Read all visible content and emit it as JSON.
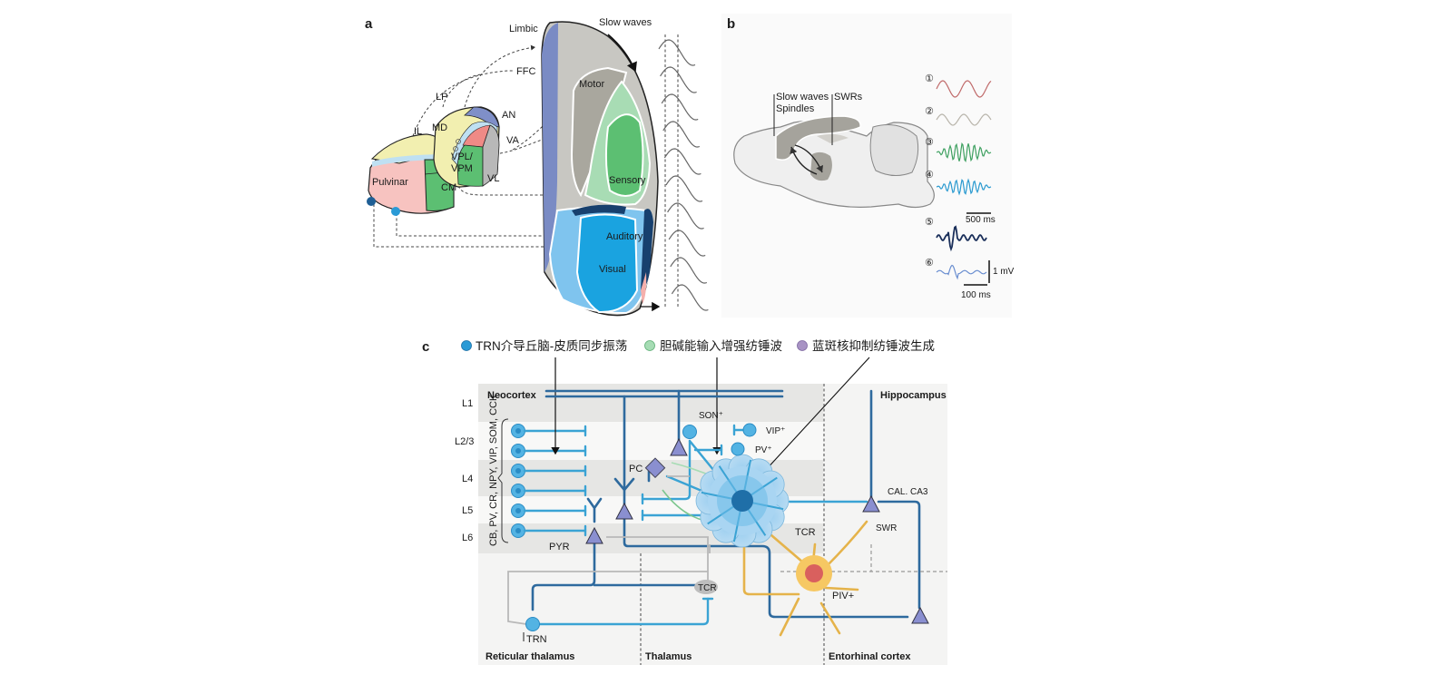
{
  "panels": {
    "a": {
      "letter": "a",
      "thalamus_labels": {
        "pulvinar": "Pulvinar",
        "lp": "LP",
        "il": "IL",
        "md": "MD",
        "an": "AN",
        "va": "VA",
        "vpl_vpm_line1": "VPL/",
        "vpl_vpm_line2": "VPM",
        "cm": "CM",
        "vl": "VL",
        "ffc": "FFC",
        "limbic": "Limbic"
      },
      "cortex_labels": {
        "motor": "Motor",
        "sensory": "Sensory",
        "auditory": "Auditory",
        "visual": "Visual"
      },
      "slow_waves_label": "Slow waves",
      "wave_trace_count": 10
    },
    "b": {
      "letter": "b",
      "brain_labels": {
        "slow_waves": "Slow waves",
        "spindles": "Spindles",
        "swrs": "SWRs"
      },
      "traces": [
        {
          "index": "①",
          "color": "#c06a6a"
        },
        {
          "index": "②",
          "color": "#b8b4aa"
        },
        {
          "index": "③",
          "color": "#3ea060"
        },
        {
          "index": "④",
          "color": "#2a9ad0"
        },
        {
          "index": "⑤",
          "color": "#1a2f5a"
        },
        {
          "index": "⑥",
          "color": "#6a8ed0"
        }
      ],
      "scale_bars": {
        "top_time": "500 ms",
        "bottom_time": "100 ms",
        "voltage": "1 mV"
      }
    },
    "c": {
      "letter": "c",
      "legend": [
        {
          "label": "TRN介导丘脑-皮质同步振荡",
          "color": "#2a9ad6"
        },
        {
          "label": "胆碱能输入增强纺锤波",
          "color": "#a6dcb4"
        },
        {
          "label": "蓝斑核抑制纺锤波生成",
          "color": "#a893c4"
        }
      ],
      "layers": [
        "L1",
        "L2/3",
        "L4",
        "L5",
        "L6"
      ],
      "interneuron_types": "CB, PV, CR, NPY, VIP, SOM, CCK",
      "regions": {
        "neocortex": "Neocortex",
        "hippocampus": "Hippocampus",
        "reticular_thalamus": "Reticular thalamus",
        "thalamus": "Thalamus",
        "entorhinal_cortex": "Entorhinal cortex"
      },
      "cells": {
        "son": "SON⁺",
        "vip": "VIP⁺",
        "pv": "PV⁺",
        "pc": "PC",
        "pyr": "PYR",
        "tcr_main": "TCR",
        "tcr_small": "TCR",
        "trn": "TRN",
        "ca": "CAL. CA3",
        "swr": "SWR",
        "piv": "PIV+"
      }
    }
  }
}
